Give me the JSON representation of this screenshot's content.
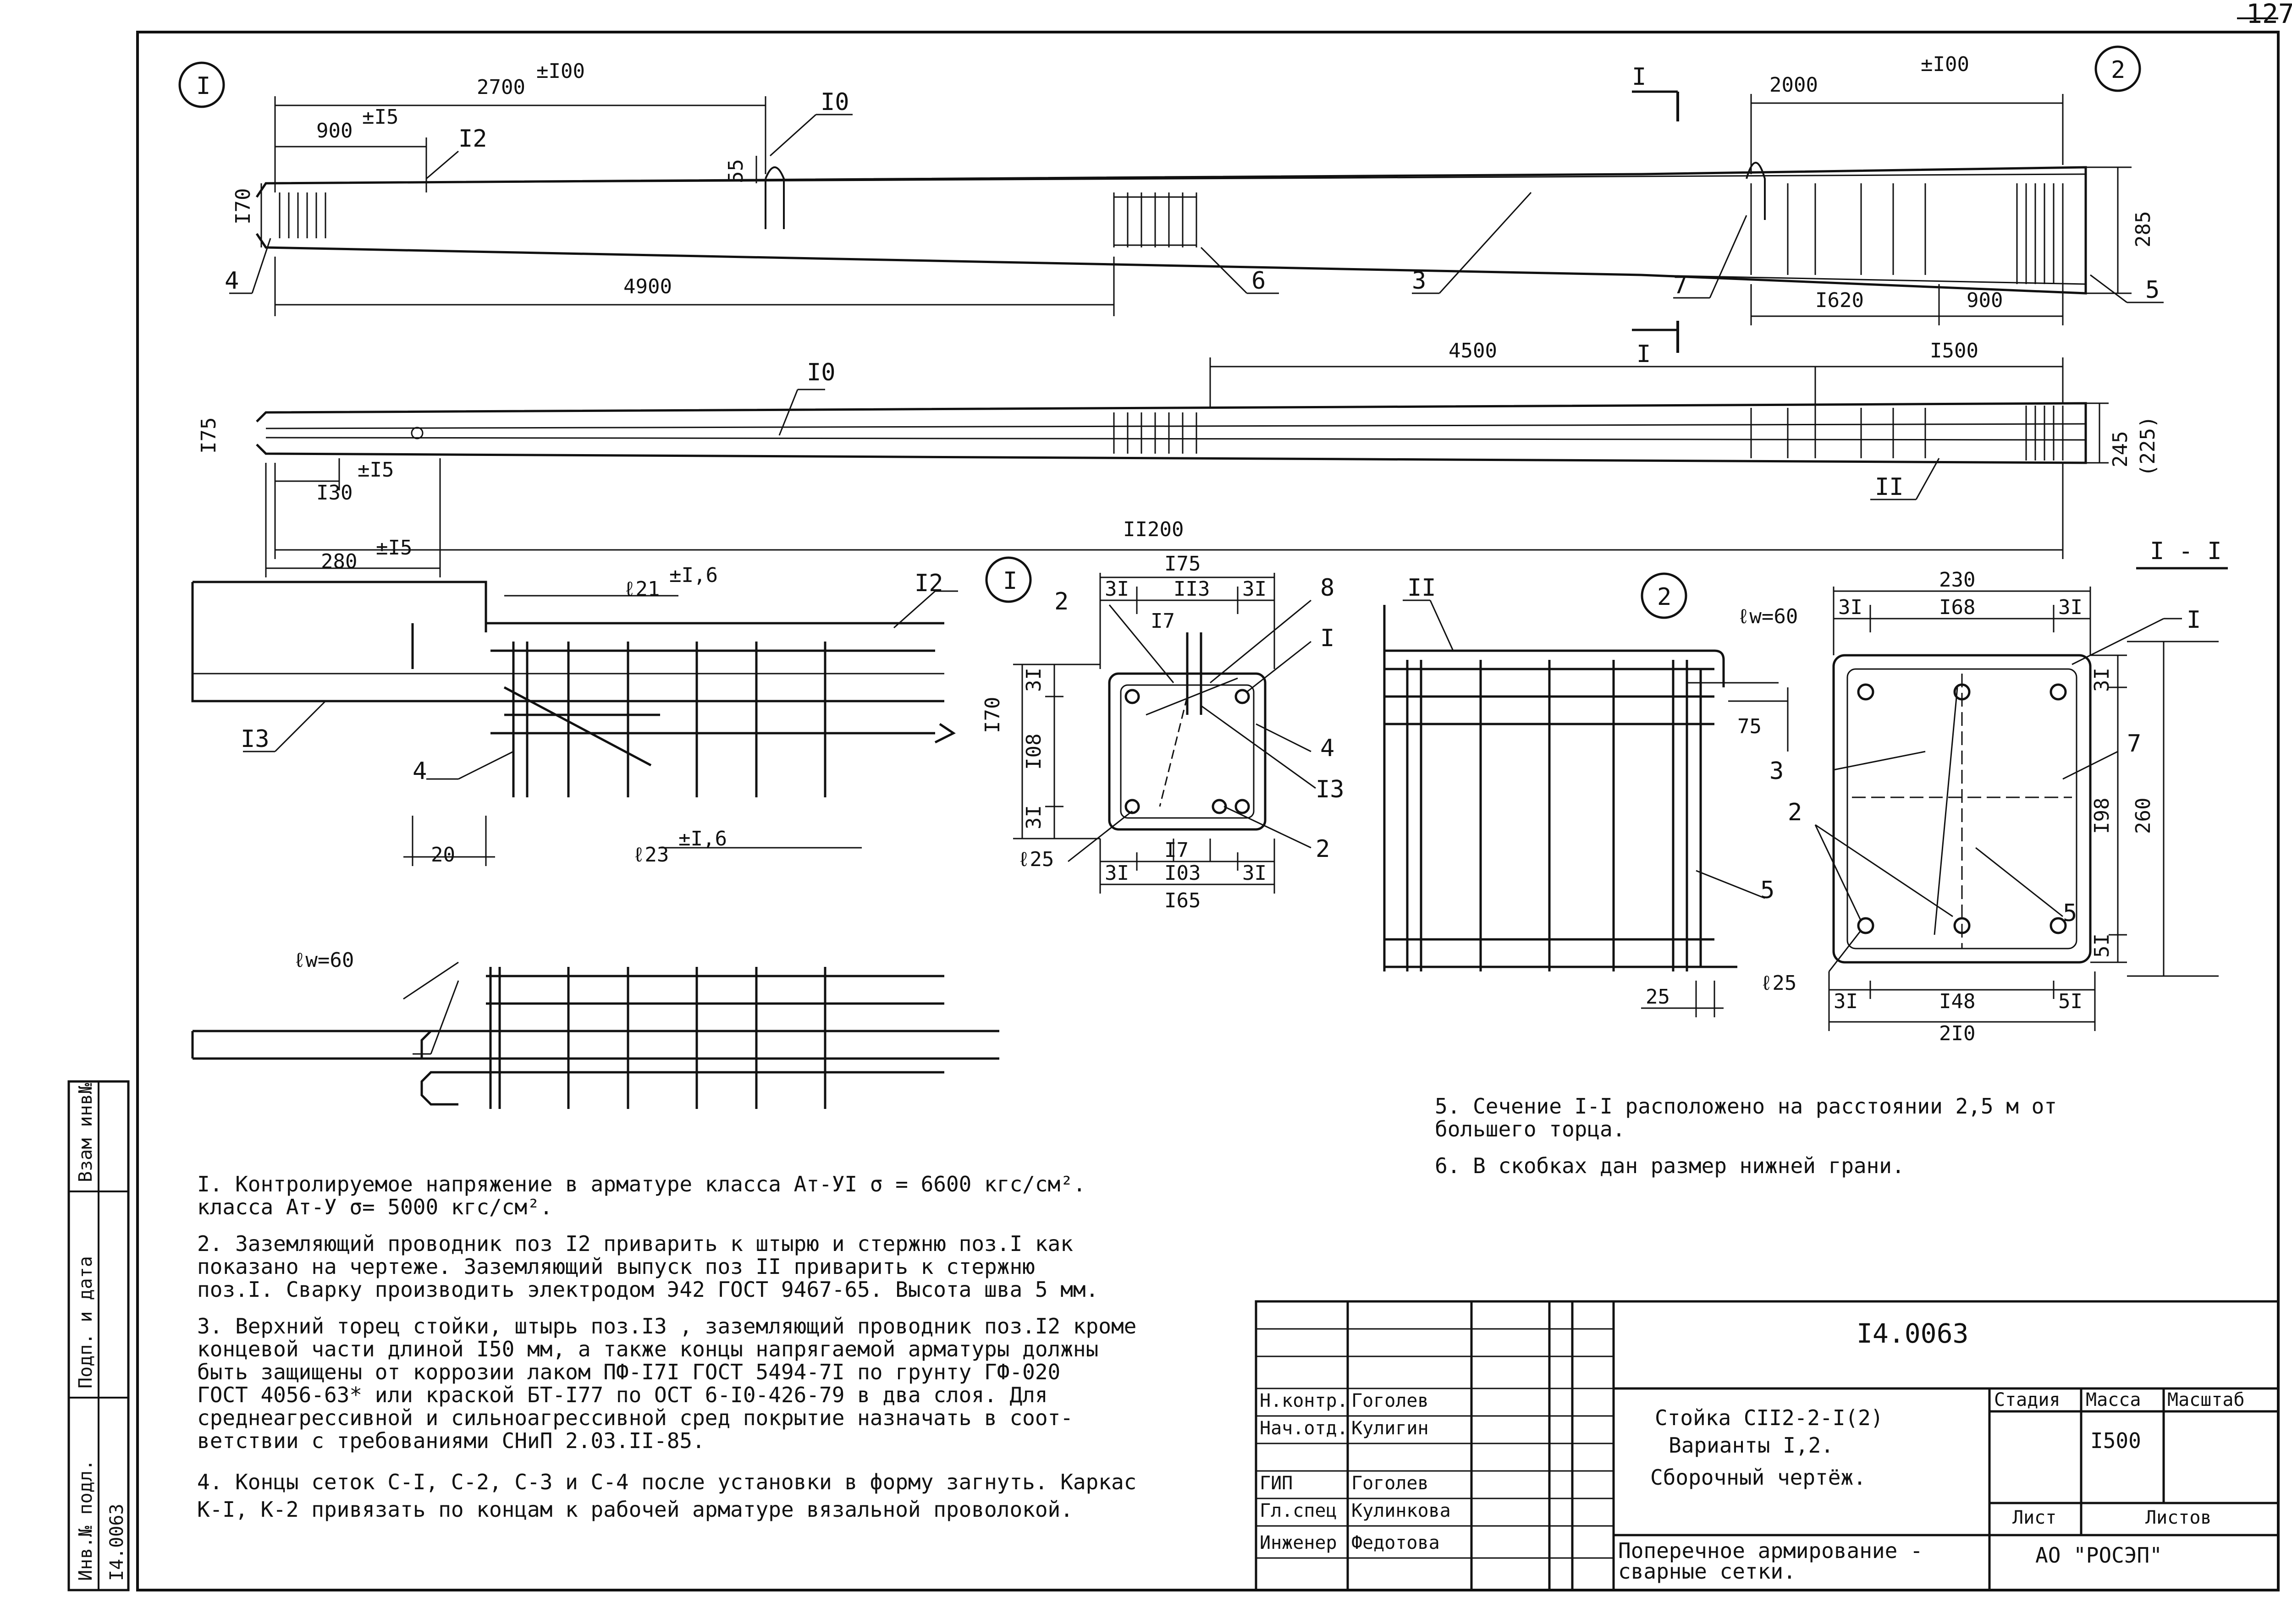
{
  "page_number": "127",
  "top_view": {
    "variant_mark": "I",
    "dims": {
      "total_left": "2700",
      "total_left_tol": "±I00",
      "left_part": "900",
      "left_part_tol": "±I5",
      "height": "I70",
      "loop_h": "55",
      "length_4900": "4900"
    },
    "variant2_mark": "2",
    "dims_right": {
      "length": "2000",
      "length_tol": "±I00",
      "height": "285",
      "seg1": "I620",
      "seg2": "900"
    },
    "section_mark": "I",
    "leaders": [
      "I0",
      "I2",
      "4",
      "6",
      "3",
      "7",
      "5"
    ]
  },
  "mid_view": {
    "dims": {
      "height_left": "I75",
      "d4500": "4500",
      "d1500": "I500",
      "height_right": "245",
      "height_right_paren": "(225)",
      "d130": "I30",
      "d130_tol": "±I5",
      "total": "II200",
      "d280": "280",
      "d280_tol": "±I5"
    },
    "leaders": [
      "I0",
      "II"
    ],
    "section_mark": "I"
  },
  "detail_left": {
    "leaders": [
      "I2",
      "I3",
      "4"
    ],
    "dims": {
      "d21": "ℓ21",
      "d21_tol": "±I,6",
      "d23": "ℓ23",
      "d23_tol": "±I,6",
      "d20": "20",
      "lw": "ℓw=60"
    }
  },
  "section_1": {
    "mark": "I",
    "dims": {
      "w175": "I75",
      "a31": "3I",
      "b113": "II3",
      "c31": "3I",
      "i17": "I7",
      "h170": "I70",
      "h31": "3I",
      "h108": "I08",
      "h31b": "3I",
      "d25": "ℓ25",
      "i17b": "I7",
      "b31": "3I",
      "b103": "I03",
      "b31b": "3I",
      "w165": "I65"
    },
    "leaders": [
      "2",
      "8",
      "I",
      "4",
      "I3",
      "2"
    ]
  },
  "section_2": {
    "mark": "2",
    "dims": {
      "lw": "ℓw=60",
      "d75": "75",
      "d25": "25"
    },
    "leaders": [
      "II",
      "5"
    ]
  },
  "section_I_I": {
    "title": "I - I",
    "dims": {
      "w230": "230",
      "a31": "3I",
      "b168": "I68",
      "c31": "3I",
      "h31": "3I",
      "h198": "I98",
      "h260": "260",
      "h51": "5I",
      "d25": "ℓ25",
      "b31": "3I",
      "b148": "I48",
      "b51": "5I",
      "w210": "2I0"
    },
    "leaders": [
      "I",
      "3",
      "7",
      "2",
      "5"
    ]
  },
  "notes_left": [
    "I. Контролируемое напряжение в арматуре класса Ат-УI  σ = 6600 кгс/см².",
    "   класса Ат-У σ= 5000 кгс/см².",
    "2. Заземляющий проводник поз I2 приварить к штырю и стержню поз.I как",
    "   показано на чертеже. Заземляющий выпуск поз II приварить к стержню",
    "   поз.I. Сварку производить электродом Э42 ГОСТ 9467-65. Высота шва 5 мм.",
    "3. Верхний торец стойки, штырь поз.I3 , заземляющий проводник поз.I2 кроме",
    "   концевой части длиной I50 мм, а также концы напрягаемой арматуры должны",
    "   быть защищены от коррозии лаком ПФ-I7I ГОСТ 5494-7I по грунту ГФ-020",
    "   ГОСТ 4056-63* или краской БТ-I77 по ОСТ 6-I0-426-79 в два слоя. Для",
    "   среднеагрессивной и сильноагрессивной сред покрытие назначать в соот-",
    "   ветствии с требованиями СНиП 2.03.II-85.",
    "4. Концы сеток С-I, С-2, С-3 и С-4 после установки в форму загнуть. Каркас",
    "   К-I, К-2 привязать по концам к рабочей арматуре вязальной проволокой."
  ],
  "notes_right": [
    "5. Сечение I-I расположено на расстоянии 2,5 м от",
    "   большего торца.",
    "6. В скобках дан  размер  нижней грани."
  ],
  "title_block": {
    "code": "I4.0063",
    "rows": [
      {
        "role": "Н.контр.",
        "name": "Гоголев"
      },
      {
        "role": "Нач.отд.",
        "name": "Кулигин"
      },
      {
        "role": "ГИП",
        "name": "Гоголев"
      },
      {
        "role": "Гл.спец",
        "name": "Кулинкова"
      },
      {
        "role": "Инженер",
        "name": "Федотова"
      }
    ],
    "title_lines": [
      "Стойка СII2-2-I(2)",
      "Варианты I,2.",
      "Сборочный чертёж."
    ],
    "headers": {
      "stage": "Стадия",
      "mass": "Масса",
      "scale": "Масштаб",
      "sheet": "Лист",
      "sheets": "Листов"
    },
    "mass_value": "I500",
    "sheet_title": [
      "Поперечное армирование -",
      "сварные сетки."
    ],
    "org": "АО \"РОСЭП\""
  },
  "side_stamp": {
    "labels": [
      "Взам инв№",
      "Подп. и дата",
      "Инв.№ подл."
    ],
    "code": "I4.0063"
  }
}
